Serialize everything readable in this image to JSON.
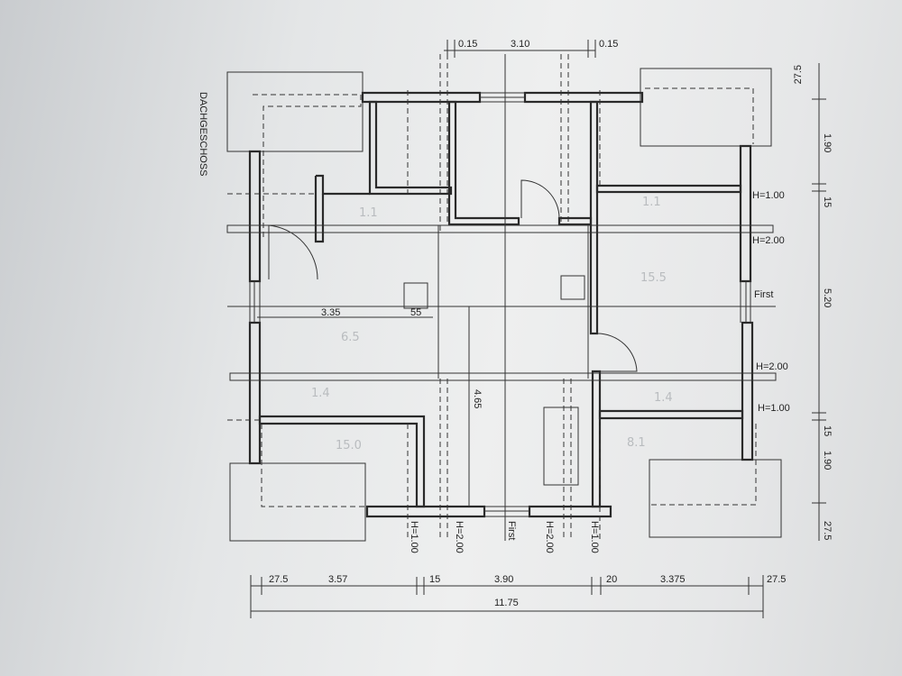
{
  "title": "DACHGESCHOSS",
  "top_dims": [
    "0.15",
    "3.10",
    "0.15"
  ],
  "right_dims": [
    "27.5",
    "1.90",
    "15",
    "5.20",
    "15",
    "1.90",
    "27.5"
  ],
  "bottom_dims": [
    "27.5",
    "3.57",
    "15",
    "3.90",
    "20",
    "3.375",
    "27.5"
  ],
  "bottom_total": "11.75",
  "inner_dims": {
    "width_left": "3.35",
    "small": "55",
    "height_center": "4.65"
  },
  "height_labels": {
    "right_h100_top": "H=1.00",
    "right_h200_top": "H=2.00",
    "right_first": "First",
    "right_h200_bottom": "H=2.00",
    "right_h100_bottom": "H=1.00",
    "bottom_h100_left": "H=1.00",
    "bottom_h200_left": "H=2.00",
    "bottom_first": "First",
    "bottom_h200_right": "H=2.00",
    "bottom_h100_right": "H=1.00"
  }
}
